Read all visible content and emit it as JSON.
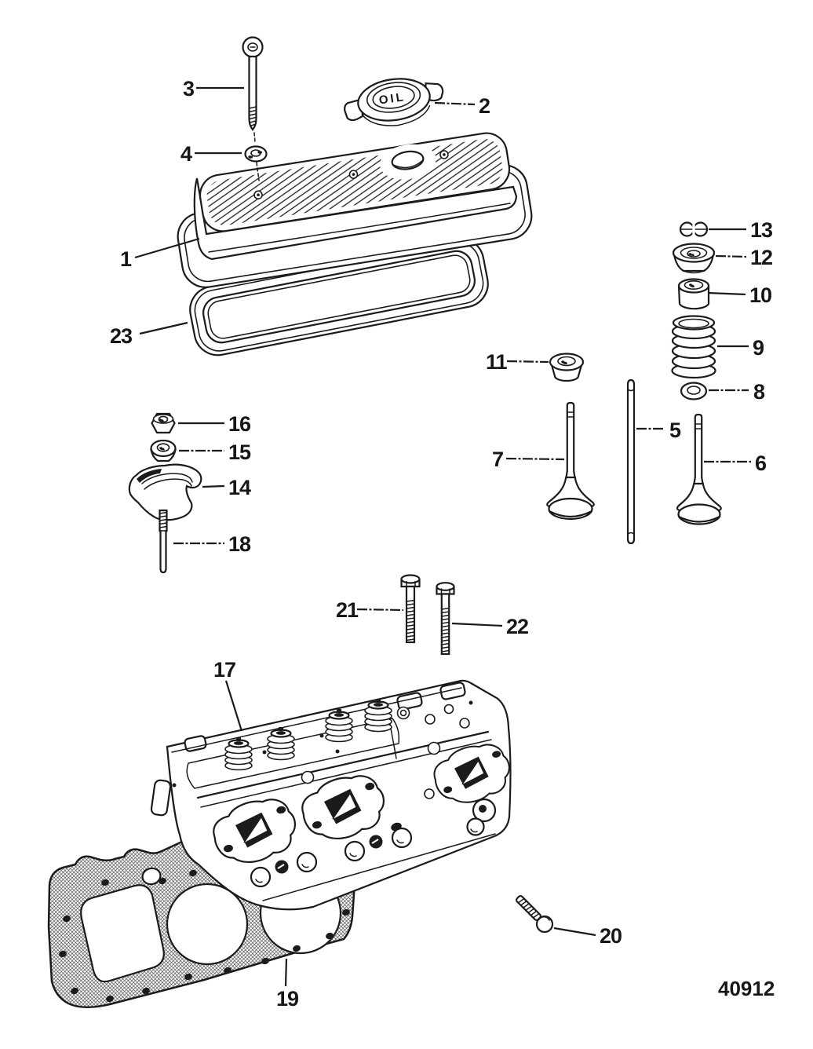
{
  "diagram": {
    "oil_cap_label": "OIL",
    "drawing_number": "40912"
  },
  "callouts": {
    "c1": "1",
    "c2": "2",
    "c3": "3",
    "c4": "4",
    "c5": "5",
    "c6": "6",
    "c7": "7",
    "c8": "8",
    "c9": "9",
    "c10": "10",
    "c11": "11",
    "c12": "12",
    "c13": "13",
    "c14": "14",
    "c15": "15",
    "c16": "16",
    "c17": "17",
    "c18": "18",
    "c19": "19",
    "c20": "20",
    "c21": "21",
    "c22": "22",
    "c23": "23"
  }
}
